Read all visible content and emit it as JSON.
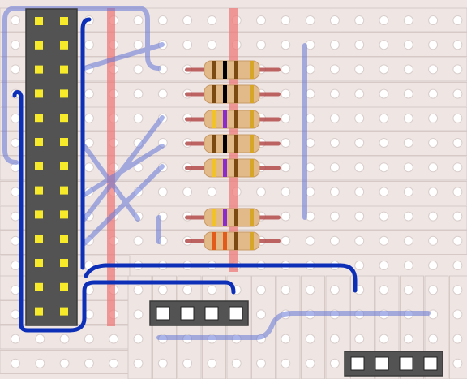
{
  "board": {
    "type": "stripboard",
    "hole_pitch": "~30px",
    "colors": {
      "background": "#efe6e4",
      "strip_border": "#d6c9c6",
      "hole_fill": "#ffffff",
      "hole_stroke": "#d9cecc",
      "cut_line": "#ee7b7b",
      "wire": "#0d2fb8",
      "wire_faint": "#6677d6",
      "header_body": "#535353",
      "header_pin": "#f6ea2b",
      "socket_pin": "#ffffff",
      "resistor_body": "#e2b988",
      "resistor_lead": "#b34a4a"
    }
  },
  "components": {
    "header_2x13": {
      "rows": 13,
      "cols": 2,
      "pin_color": "yellow"
    },
    "resistors": [
      {
        "name": "r1",
        "bands": [
          "#7a4a12",
          "#000000",
          "#7a4a12",
          "#d6a629"
        ]
      },
      {
        "name": "r2",
        "bands": [
          "#7a4a12",
          "#000000",
          "#7a4a12",
          "#d6a629"
        ]
      },
      {
        "name": "r3",
        "bands": [
          "#f1c22a",
          "#8a2bd0",
          "#7a4a12",
          "#d6a629"
        ]
      },
      {
        "name": "r4",
        "bands": [
          "#7a4a12",
          "#000000",
          "#7a4a12",
          "#d6a629"
        ]
      },
      {
        "name": "r5",
        "bands": [
          "#f1c22a",
          "#8a2bd0",
          "#7a4a12",
          "#d6a629"
        ]
      },
      {
        "name": "r6",
        "bands": [
          "#f1c22a",
          "#8a2bd0",
          "#7a4a12",
          "#d6a629"
        ]
      },
      {
        "name": "r7",
        "bands": [
          "#e35b1a",
          "#e35b1a",
          "#7a4a12",
          "#d6a629"
        ]
      }
    ],
    "socket_1x4_a": {
      "pins": 4
    },
    "socket_1x4_b": {
      "pins": 4
    }
  }
}
